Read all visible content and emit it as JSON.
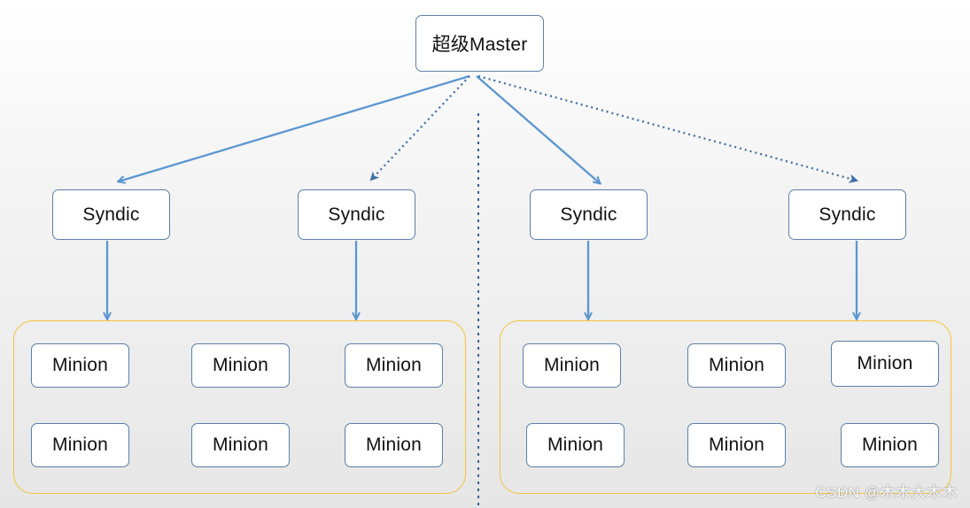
{
  "master": {
    "label": "超级Master"
  },
  "syndics": [
    {
      "label": "Syndic"
    },
    {
      "label": "Syndic"
    },
    {
      "label": "Syndic"
    },
    {
      "label": "Syndic"
    }
  ],
  "minion_groups": [
    {
      "minions": [
        {
          "label": "Minion"
        },
        {
          "label": "Minion"
        },
        {
          "label": "Minion"
        },
        {
          "label": "Minion"
        },
        {
          "label": "Minion"
        },
        {
          "label": "Minion"
        }
      ]
    },
    {
      "minions": [
        {
          "label": "Minion"
        },
        {
          "label": "Minion"
        },
        {
          "label": "Minion"
        },
        {
          "label": "Minion"
        },
        {
          "label": "Minion"
        },
        {
          "label": "Minion"
        }
      ]
    }
  ],
  "watermark": "CSDN @木木大木木",
  "colors": {
    "arrow": "#5b96cf",
    "dotted_arrow": "#3f6fa8",
    "divider": "#3c5f8e",
    "group_border": "#f3c33a",
    "node_border": "#5b7fa8"
  }
}
